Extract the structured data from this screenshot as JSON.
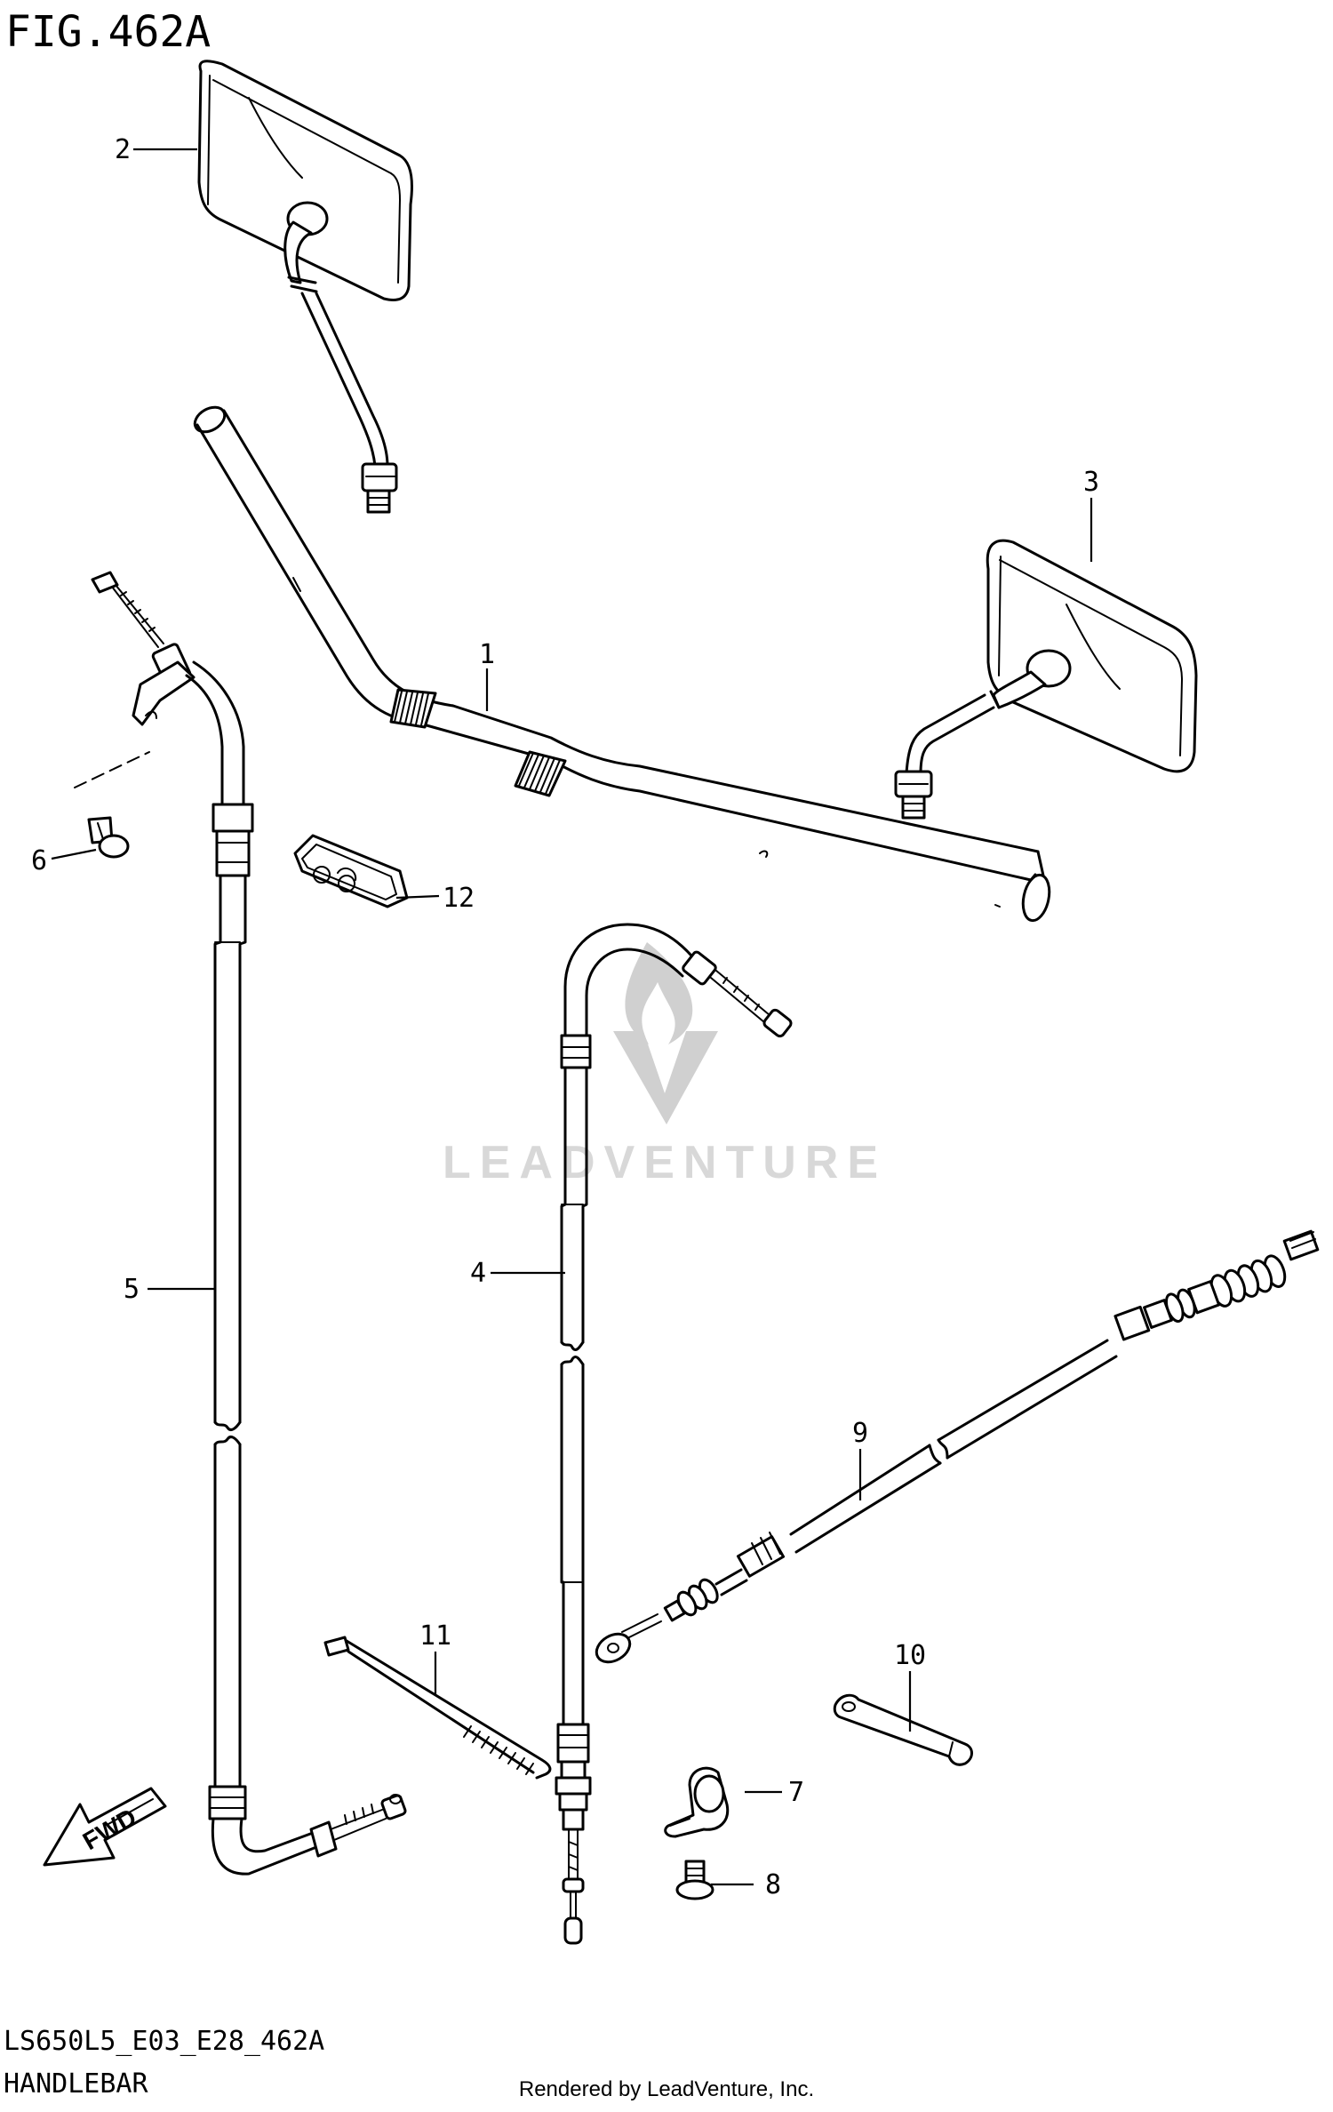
{
  "figure": {
    "title": "FIG.462A",
    "code": "LS650L5_E03_E28_462A",
    "name": "HANDLEBAR",
    "credit": "Rendered by LeadVenture, Inc.",
    "watermark": "LEADVENTURE",
    "direction_arrow": "FWD"
  },
  "callouts": [
    {
      "id": "1",
      "part": "handlebar"
    },
    {
      "id": "2",
      "part": "mirror-left"
    },
    {
      "id": "3",
      "part": "mirror-right"
    },
    {
      "id": "4",
      "part": "cable-4"
    },
    {
      "id": "5",
      "part": "cable-5"
    },
    {
      "id": "6",
      "part": "bolt"
    },
    {
      "id": "7",
      "part": "clamp"
    },
    {
      "id": "8",
      "part": "screw"
    },
    {
      "id": "9",
      "part": "cable-9"
    },
    {
      "id": "10",
      "part": "bracket"
    },
    {
      "id": "11",
      "part": "tie"
    },
    {
      "id": "12",
      "part": "clip"
    }
  ]
}
